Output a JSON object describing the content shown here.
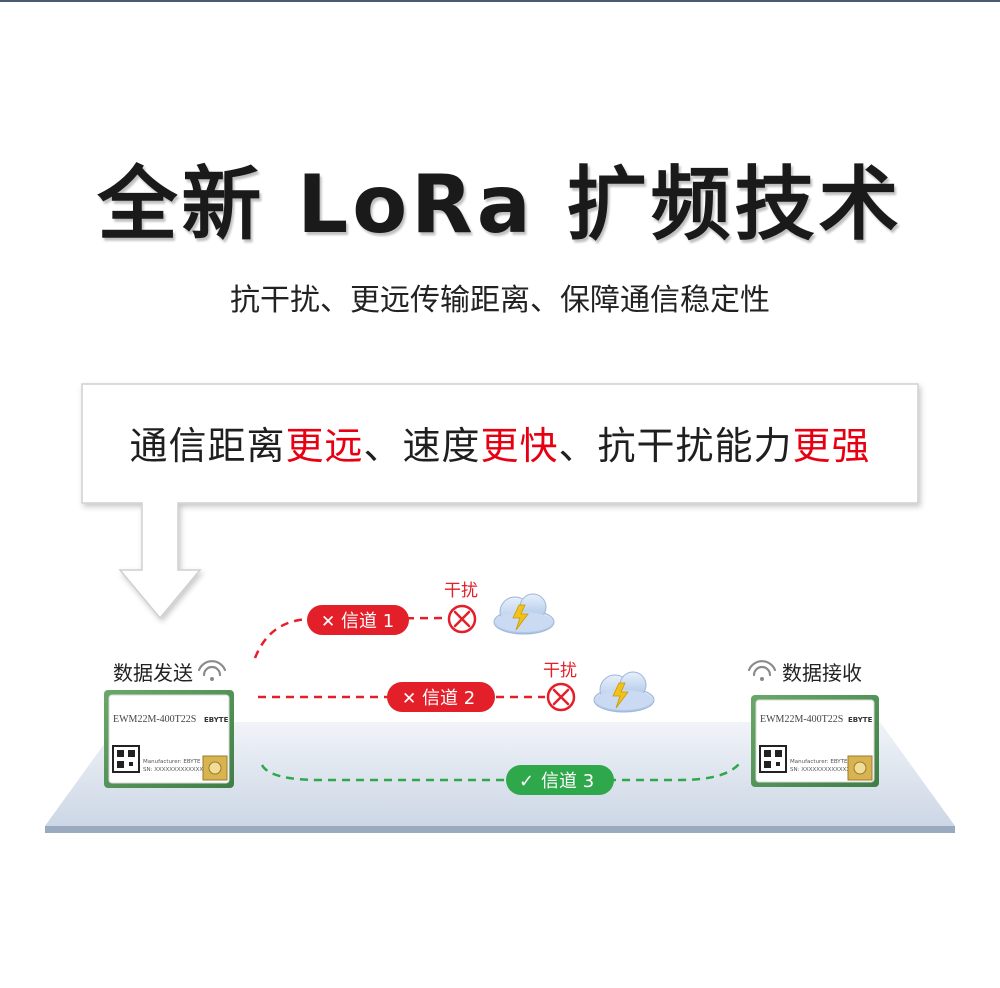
{
  "title": "全新 LoRa 扩频技术",
  "subtitle": "抗干扰、更远传输距离、保障通信稳定性",
  "callout": {
    "segments": [
      {
        "text": "通信距离",
        "highlight": false
      },
      {
        "text": "更远",
        "highlight": true
      },
      {
        "text": "、速度",
        "highlight": false
      },
      {
        "text": "更快",
        "highlight": true
      },
      {
        "text": "、抗干扰能力",
        "highlight": false
      },
      {
        "text": "更强",
        "highlight": true
      }
    ]
  },
  "sender": {
    "label": "数据发送"
  },
  "receiver": {
    "label": "数据接收"
  },
  "module": {
    "part": "EWM22M-400T22S",
    "brand": "EBYTE",
    "manufacturer": "Manufacturer: EBYTE",
    "sn": "SN: XXXXXXXXXXXXXX"
  },
  "channels": [
    {
      "label": "信道 1",
      "status": "blocked",
      "mark": "✕"
    },
    {
      "label": "信道 2",
      "status": "blocked",
      "mark": "✕"
    },
    {
      "label": "信道 3",
      "status": "ok",
      "mark": "✓"
    }
  ],
  "interference": {
    "label": "干扰"
  },
  "colors": {
    "blocked": "#e3202a",
    "ok": "#2ea84a",
    "platform": "#c7d3e4",
    "platform_edge": "#98aac0"
  }
}
